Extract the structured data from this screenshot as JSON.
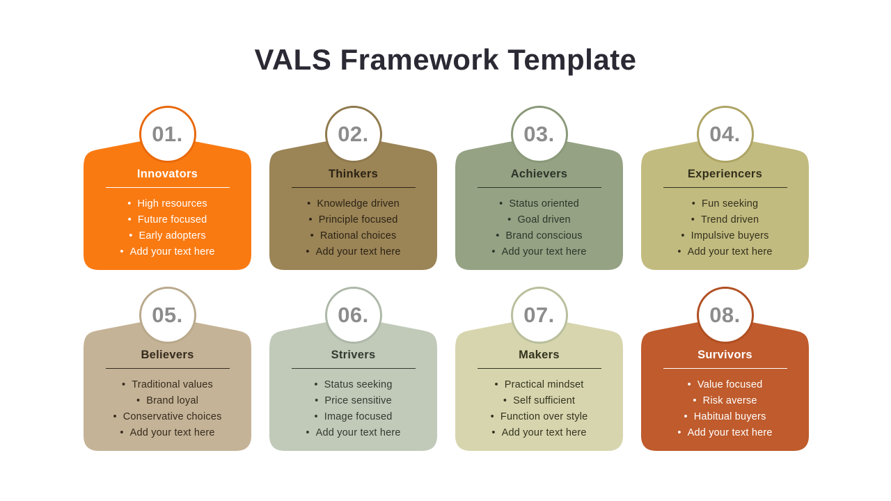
{
  "title": "VALS Framework Template",
  "number_color": "#8c8c8c",
  "cards": [
    {
      "number": "01.",
      "name": "Innovators",
      "bullets": [
        "High resources",
        "Future focused",
        "Early adopters",
        "Add your text here"
      ],
      "colors": {
        "body": "#fa7a12",
        "ring": "#e8680a",
        "text": "#ffffff",
        "underline": "#ffffff"
      }
    },
    {
      "number": "02.",
      "name": "Thinkers",
      "bullets": [
        "Knowledge driven",
        "Principle focused",
        "Rational choices",
        "Add your text here"
      ],
      "colors": {
        "body": "#9b8456",
        "ring": "#8f7a4e",
        "text": "#2b2315",
        "underline": "#2b2315"
      }
    },
    {
      "number": "03.",
      "name": "Achievers",
      "bullets": [
        "Status oriented",
        "Goal driven",
        "Brand conscious",
        "Add your text here"
      ],
      "colors": {
        "body": "#95a284",
        "ring": "#8a9979",
        "text": "#2e342a",
        "underline": "#2e342a"
      }
    },
    {
      "number": "04.",
      "name": "Experiencers",
      "bullets": [
        "Fun seeking",
        "Trend driven",
        "Impulsive buyers",
        "Add your text here"
      ],
      "colors": {
        "body": "#c2bb80",
        "ring": "#ada465",
        "text": "#33301c",
        "underline": "#33301c"
      }
    },
    {
      "number": "05.",
      "name": "Believers",
      "bullets": [
        "Traditional values",
        "Brand loyal",
        "Conservative choices",
        "Add your text here"
      ],
      "colors": {
        "body": "#c5b397",
        "ring": "#b9a98c",
        "text": "#342b1d",
        "underline": "#342b1d"
      }
    },
    {
      "number": "06.",
      "name": "Strivers",
      "bullets": [
        "Status seeking",
        "Price sensitive",
        "Image focused",
        "Add your text here"
      ],
      "colors": {
        "body": "#c1c9b9",
        "ring": "#aeb8a8",
        "text": "#333a30",
        "underline": "#333a30"
      }
    },
    {
      "number": "07.",
      "name": "Makers",
      "bullets": [
        "Practical mindset",
        "Self sufficient",
        "Function over style",
        "Add your text here"
      ],
      "colors": {
        "body": "#d7d5ae",
        "ring": "#b9bf9c",
        "text": "#33331f",
        "underline": "#33331f"
      }
    },
    {
      "number": "08.",
      "name": "Survivors",
      "bullets": [
        "Value focused",
        "Risk averse",
        "Habitual buyers",
        "Add your text here"
      ],
      "colors": {
        "body": "#bf5b2c",
        "ring": "#b04f22",
        "text": "#ffffff",
        "underline": "#ffffff"
      }
    }
  ]
}
